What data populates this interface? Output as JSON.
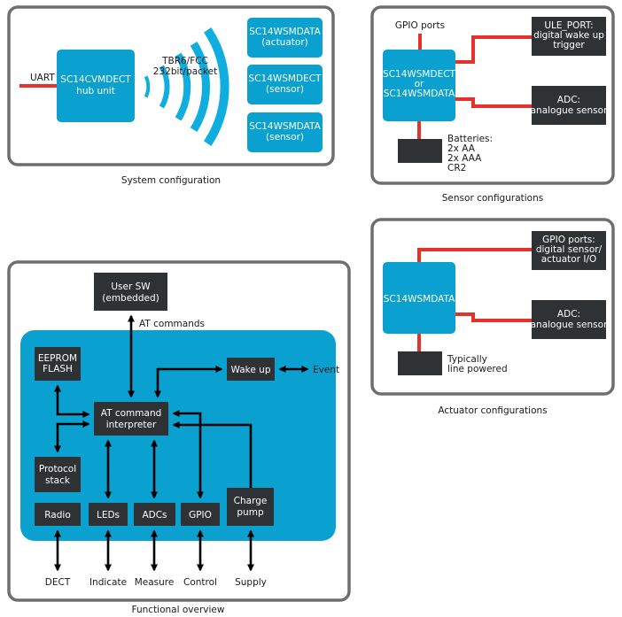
{
  "system": {
    "caption": "System configuration",
    "uart": "UART",
    "hub": [
      "SC14CVMDECT",
      "hub unit"
    ],
    "link": [
      "TBR6/FCC",
      "232bit/packet"
    ],
    "nodes": [
      [
        "SC14WSMDATA",
        "(actuator)"
      ],
      [
        "SC14WSMDECT",
        "(sensor)"
      ],
      [
        "SC14WSMDATA",
        "(sensor)"
      ]
    ]
  },
  "sensor": {
    "caption": "Sensor configurations",
    "gpio": "GPIO ports",
    "module": [
      "SC14WSMDECT",
      "or",
      "SC14WSMDATA"
    ],
    "wake": [
      "ULE_PORT:",
      "digital wake up",
      "trigger"
    ],
    "adc": [
      "ADC:",
      "analogue sensor"
    ],
    "batteries": [
      "Batteries:",
      "2x AA",
      "2x AAA",
      "CR2"
    ]
  },
  "actuator": {
    "caption": "Actuator configurations",
    "module": "SC14WSMDATA",
    "gpio": [
      "GPIO ports:",
      "digital sensor/",
      "actuator I/O"
    ],
    "adc": [
      "ADC:",
      "analogue sensor"
    ],
    "power": [
      "Typically",
      "line powered"
    ]
  },
  "functional": {
    "caption": "Functional overview",
    "user_sw": [
      "User SW",
      "(embedded)"
    ],
    "at_commands": "AT commands",
    "eeprom": [
      "EEPROM",
      "FLASH"
    ],
    "wakeup": "Wake up",
    "event": "Event",
    "interpreter": [
      "AT command",
      "interpreter"
    ],
    "protocol": [
      "Protocol",
      "stack"
    ],
    "radio": "Radio",
    "leds": "LEDs",
    "adcs": "ADCs",
    "gpio": "GPIO",
    "charge": [
      "Charge",
      "pump"
    ],
    "outputs": [
      "DECT",
      "Indicate",
      "Measure",
      "Control",
      "Supply"
    ]
  }
}
